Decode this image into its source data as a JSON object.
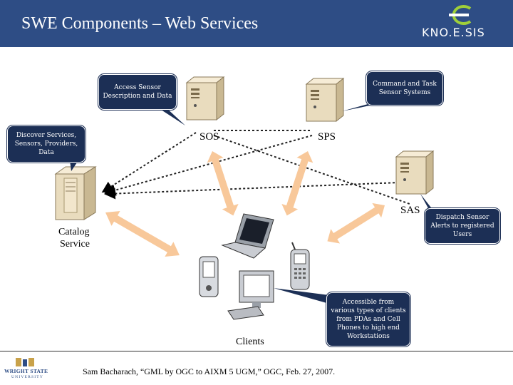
{
  "slide": {
    "title": "SWE Components – Web Services",
    "logo_text": "KNO.E.SIS",
    "footer": "Sam Bacharach, “GML by OGC to AIXM 5 UGM,” OGC, Feb. 27, 2007.",
    "university_name": "WRIGHT STATE",
    "university_sub": "UNIVERSITY"
  },
  "nodes": {
    "sos": "SOS",
    "sps": "SPS",
    "sas": "SAS",
    "catalog_1": "Catalog",
    "catalog_2": "Service",
    "clients": "Clients"
  },
  "callouts": {
    "access": "Access Sensor Description and Data",
    "command": "Command and Task Sensor Systems",
    "discover": "Discover Services, Sensors, Providers, Data",
    "dispatch": "Dispatch Sensor Alerts to registered Users",
    "accessible": "Accessible from various types of clients from PDAs and Cell Phones to high end Workstations"
  },
  "colors": {
    "header": "#2e4d85",
    "callout": "#1c2f55",
    "arrow": "#f8c89a",
    "server": "#efe3c8"
  }
}
